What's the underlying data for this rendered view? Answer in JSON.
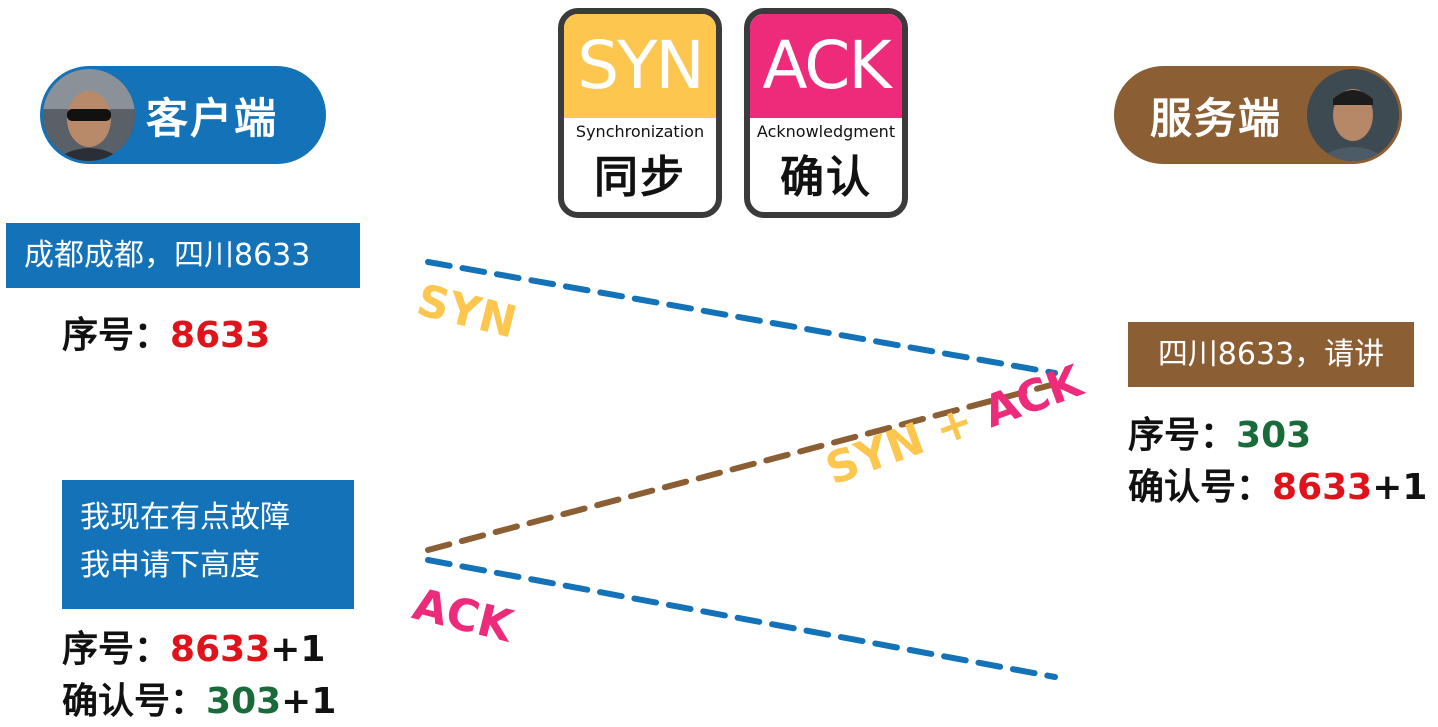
{
  "client": {
    "label": "客户端",
    "avatar_icon": "person-avatar-icon"
  },
  "server": {
    "label": "服务端",
    "avatar_icon": "person-avatar-icon"
  },
  "cards": {
    "syn": {
      "abbr": "SYN",
      "full": "Synchronization",
      "cn": "同步",
      "color": "#fdc64f"
    },
    "ack": {
      "abbr": "ACK",
      "full": "Acknowledgment",
      "cn": "确认",
      "color": "#ee2a7b"
    }
  },
  "messages": {
    "client_first": "成都成都，四川8633",
    "server_reply": "四川8633，请讲",
    "client_second_line1": "我现在有点故障",
    "client_second_line2": "我申请下高度"
  },
  "labels": {
    "seq": "序号：",
    "ack_num": "确认号：",
    "plus_one": "+1"
  },
  "numbers": {
    "client_seq": "8633",
    "server_seq": "303",
    "server_ack": "8633",
    "client_seq2": "8633",
    "client_ack": "303"
  },
  "arrows": {
    "syn": "SYN",
    "synack_syn": "SYN",
    "synack_plus": " + ",
    "synack_ack": "ACK",
    "ack": "ACK"
  },
  "colors": {
    "client_blue": "#1472b8",
    "server_brown": "#8b5e34",
    "syn_yellow": "#fdc64f",
    "ack_pink": "#ee2a7b",
    "red": "#e0121a",
    "green": "#1a6b3a"
  }
}
